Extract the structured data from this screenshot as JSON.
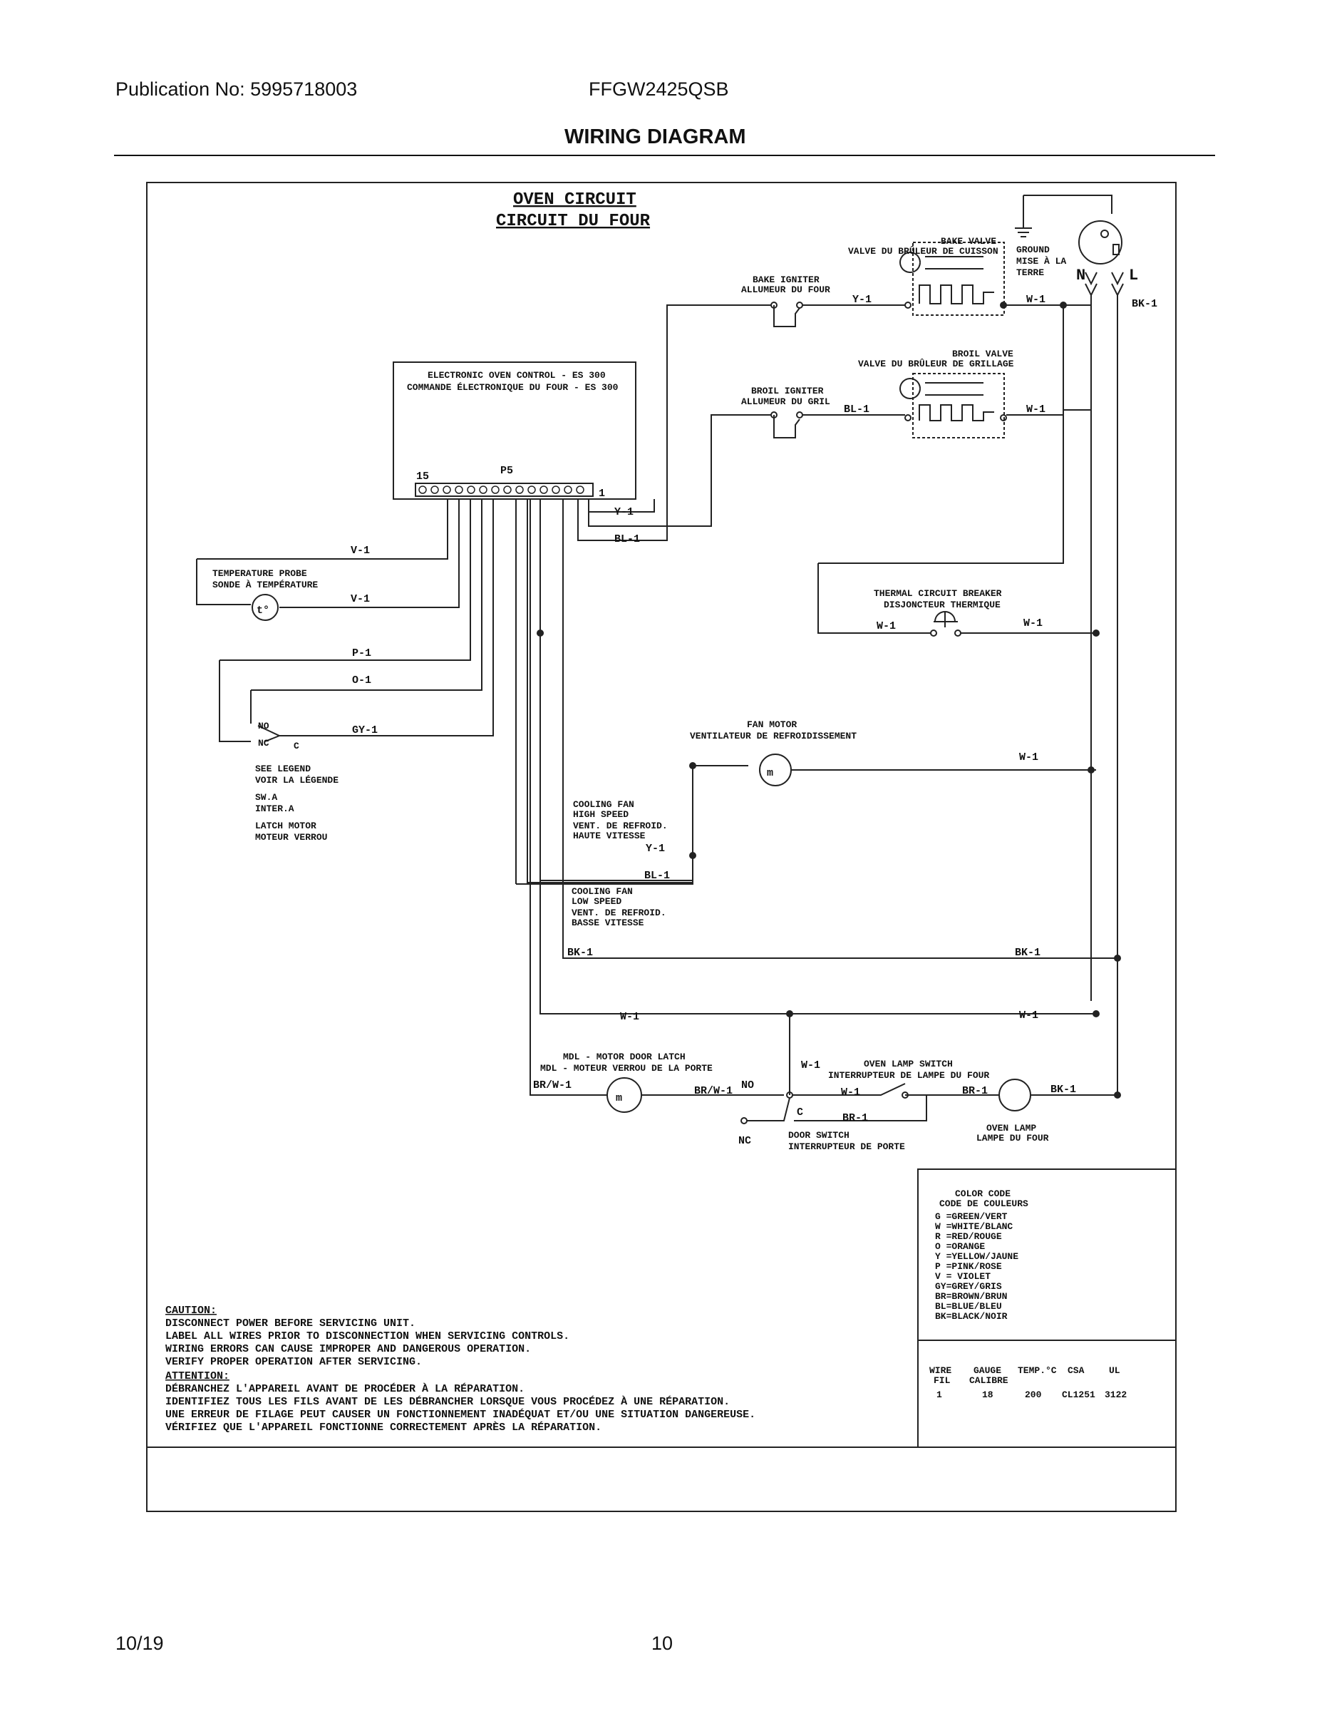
{
  "header": {
    "publication": "Publication No: 5995718003",
    "model": "FFGW2425QSB",
    "title": "WIRING DIAGRAM"
  },
  "footer": {
    "date": "10/19",
    "page": "10"
  },
  "diagram": {
    "title_en": "OVEN CIRCUIT",
    "title_fr": "CIRCUIT DU FOUR",
    "eoc_en": "ELECTRONIC OVEN CONTROL - ES 300",
    "eoc_fr": "COMMANDE ÉLECTRONIQUE DU FOUR  - ES 300",
    "pin15": "15",
    "p5": "P5",
    "pin1": "1",
    "bake_valve_en": "BAKE VALVE",
    "bake_valve_fr": "VALVE DU BRÛLEUR DE CUISSON",
    "ground_en": "GROUND",
    "ground_fr1": "MISE À LA",
    "ground_fr2": "TERRE",
    "n": "N",
    "l": "L",
    "bake_igniter_en": "BAKE IGNITER",
    "bake_igniter_fr": "ALLUMEUR DU FOUR",
    "broil_valve_en": "BROIL VALVE",
    "broil_valve_fr": "VALVE DU BRÛLEUR DE GRILLAGE",
    "broil_igniter_en": "BROIL IGNITER",
    "broil_igniter_fr": "ALLUMEUR DU GRIL",
    "temp_probe_en": "TEMPERATURE PROBE",
    "temp_probe_fr": "SONDE À TEMPÉRATURE",
    "probe_symbol": "t°",
    "tcb_en": "THERMAL CIRCUIT BREAKER",
    "tcb_fr": "DISJONCTEUR THERMIQUE",
    "fan_motor_en": "FAN MOTOR",
    "fan_motor_fr": "VENTILATEUR DE REFROIDISSEMENT",
    "switch_no": "NO",
    "switch_nc": "NC",
    "switch_c": "C",
    "legend1": "SEE LEGEND",
    "legend2": "VOIR LA LÉGENDE",
    "legend3": "SW.A",
    "legend4": "INTER.A",
    "legend5": "LATCH MOTOR",
    "legend6": "MOTEUR VERROU",
    "cf_high1": "COOLING FAN",
    "cf_high2": "HIGH SPEED",
    "cf_high3": "VENT. DE REFROID.",
    "cf_high4": "HAUTE VITESSE",
    "cf_low1": "COOLING FAN",
    "cf_low2": "LOW SPEED",
    "cf_low3": "VENT. DE REFROID.",
    "cf_low4": "BASSE VITESSE",
    "mdl_en": "MDL - MOTOR DOOR LATCH",
    "mdl_fr": "MDL - MOTEUR VERROU DE LA PORTE",
    "ols_en": "OVEN LAMP SWITCH",
    "ols_fr": "INTERRUPTEUR DE LAMPE DU FOUR",
    "ds_en": "DOOR SWITCH",
    "ds_fr": "INTERRUPTEUR DE PORTE",
    "lamp_en": "OVEN LAMP",
    "lamp_fr": "LAMPE DU FOUR",
    "ds_no": "NO",
    "ds_c": "C",
    "ds_nc": "NC",
    "wires": {
      "y1": "Y-1",
      "w1": "W-1",
      "bk1": "BK-1",
      "bl1": "BL-1",
      "v1": "V-1",
      "p1": "P-1",
      "o1": "O-1",
      "gy1": "GY-1",
      "brw1": "BR/W-1",
      "br1": "BR-1"
    }
  },
  "caution": {
    "head_en": "CAUTION:",
    "lines_en": [
      "DISCONNECT POWER BEFORE SERVICING UNIT.",
      "LABEL ALL WIRES PRIOR TO DISCONNECTION WHEN SERVICING CONTROLS.",
      "WIRING ERRORS CAN CAUSE IMPROPER AND DANGEROUS OPERATION.",
      "VERIFY PROPER OPERATION AFTER SERVICING."
    ],
    "head_fr": "ATTENTION:",
    "lines_fr": [
      "DÉBRANCHEZ L'APPAREIL AVANT DE PROCÉDER À LA RÉPARATION.",
      "IDENTIFIEZ TOUS LES FILS AVANT DE LES DÉBRANCHER LORSQUE VOUS PROCÉDEZ À UNE RÉPARATION.",
      "UNE ERREUR DE FILAGE PEUT CAUSER UN FONCTIONNEMENT INADÉQUAT ET/OU UNE SITUATION DANGEREUSE.",
      "VÉRIFIEZ QUE L'APPAREIL FONCTIONNE CORRECTEMENT APRÈS LA RÉPARATION."
    ]
  },
  "color_code": {
    "title_en": "COLOR CODE",
    "title_fr": "CODE DE COULEURS",
    "entries": [
      "G =GREEN/VERT",
      "W =WHITE/BLANC",
      "R =RED/ROUGE",
      "O =ORANGE",
      "Y =YELLOW/JAUNE",
      "P =PINK/ROSE",
      "V = VIOLET",
      "GY=GREY/GRIS",
      "BR=BROWN/BRUN",
      "BL=BLUE/BLEU",
      "BK=BLACK/NOIR"
    ]
  },
  "wire_table": {
    "headers": [
      "WIRE",
      "GAUGE",
      "TEMP.°C",
      "CSA",
      "UL"
    ],
    "subheaders": [
      "FIL",
      "CALIBRE"
    ],
    "row": [
      "1",
      "18",
      "200",
      "CL1251",
      "3122"
    ]
  }
}
